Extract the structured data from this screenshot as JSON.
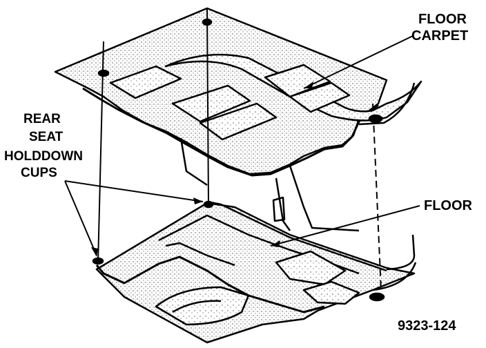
{
  "labels": {
    "floor_carpet_line1": "FLOOR",
    "floor_carpet_line2": "CARPET",
    "cups_line1": "REAR",
    "cups_line2": "SEAT",
    "cups_line3": "HOLDDOWN",
    "cups_line4": "CUPS",
    "floor": "FLOOR",
    "figure_number": "9323-124"
  }
}
